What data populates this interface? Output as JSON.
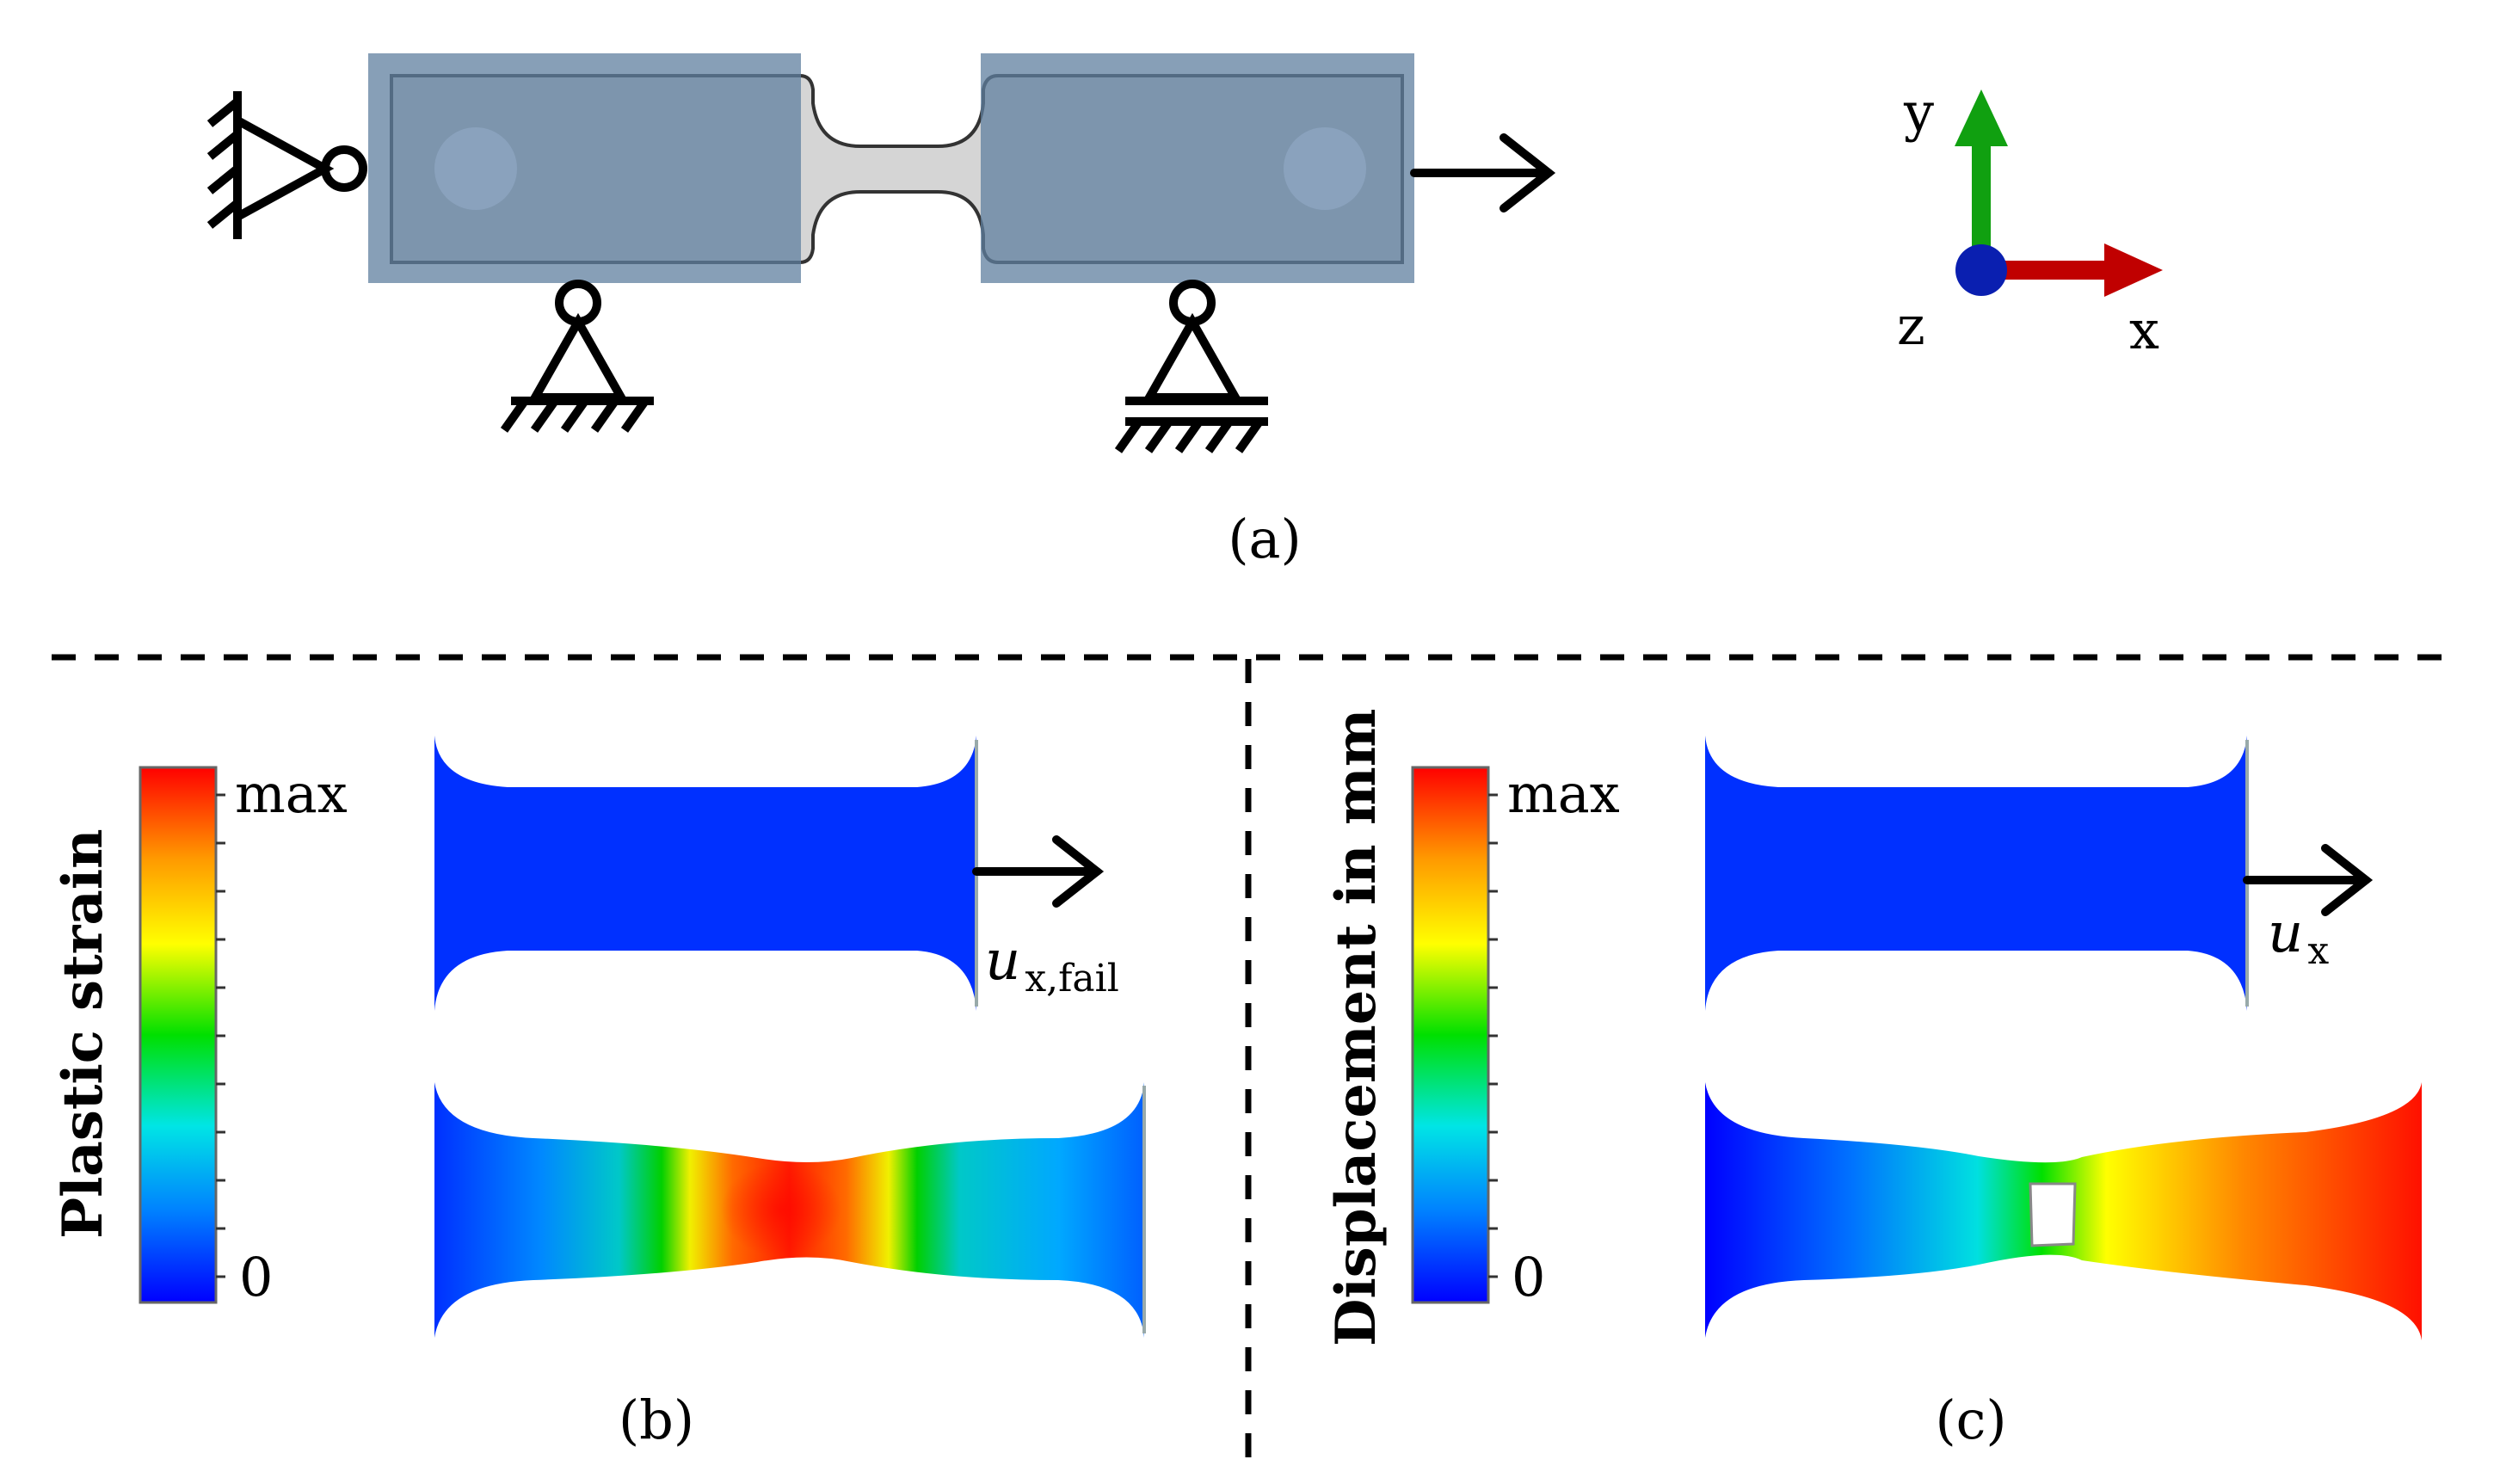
{
  "panels": {
    "a": {
      "label": "(a)",
      "axes": {
        "y": "y",
        "x": "x",
        "z": "z"
      },
      "colors": {
        "x_axis": "#c00000",
        "y_axis": "#10a010",
        "z_axis": "#0a1fb0",
        "clamp": "#5f7f9f",
        "specimen": "#d0d0d0"
      }
    },
    "b": {
      "label": "(b)",
      "colorbar": {
        "title": "Plastic strain",
        "max_label": "max",
        "min_label": "0"
      },
      "load_label_main": "u",
      "load_label_sub": "x,fail"
    },
    "c": {
      "label": "(c)",
      "colorbar": {
        "title": "Displacement in mm",
        "max_label": "max",
        "min_label": "0"
      },
      "load_label_main": "u",
      "load_label_sub": "x"
    }
  },
  "colormap": [
    "#0000ff",
    "#0080ff",
    "#00e5e5",
    "#00e000",
    "#ffff00",
    "#ff9900",
    "#ff0000"
  ]
}
